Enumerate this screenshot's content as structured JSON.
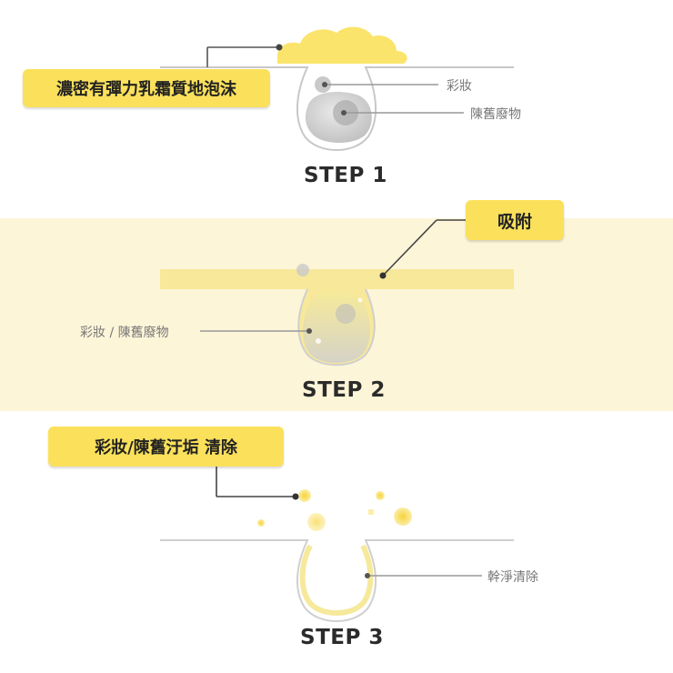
{
  "colors": {
    "accent_yellow": "#fbe15b",
    "band_bg": "#fdf5d8",
    "oil_band": "#f7e89a",
    "line_gray": "#888888",
    "text_dark": "#2b2b2b"
  },
  "step1": {
    "foam_label": "濃密有彈力乳霜質地泡沫",
    "makeup_label": "彩妝",
    "dead_cells_label": "陳舊廢物",
    "step_label": "STEP 1"
  },
  "step2": {
    "adsorb_label": "吸附",
    "makeup_dead_cells_label": "彩妝 / 陳舊廢物",
    "step_label": "STEP 2"
  },
  "step3": {
    "removal_label": "彩妝/陳舊汙垢 清除",
    "clean_label": "幹淨清除",
    "step_label": "STEP 3"
  }
}
